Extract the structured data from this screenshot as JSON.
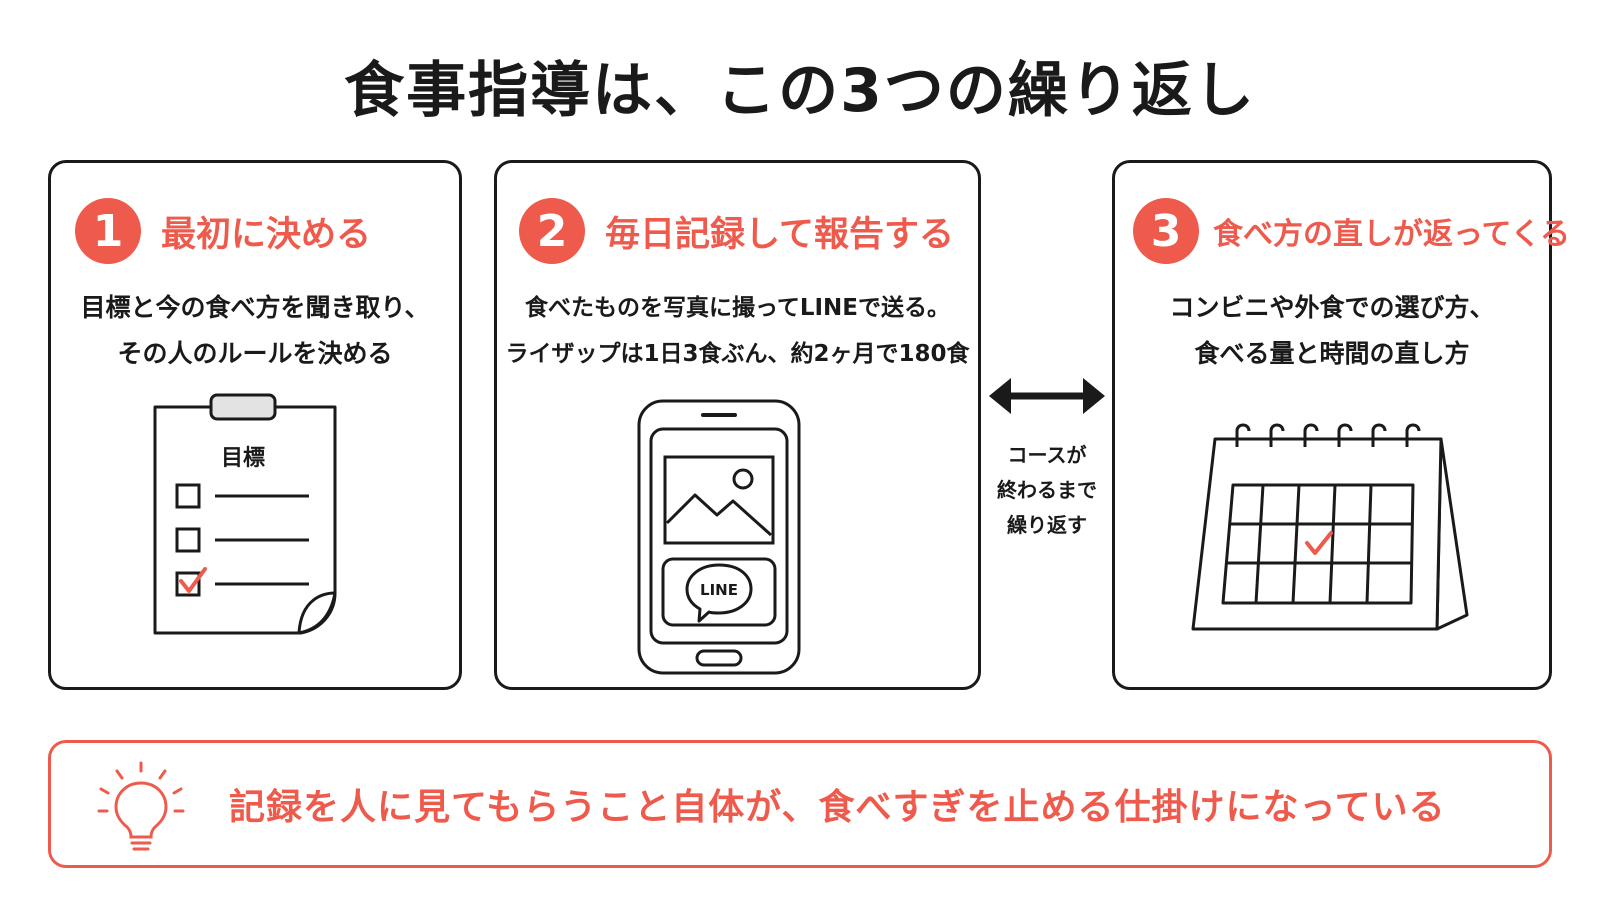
{
  "title": "食事指導は、この3つの繰り返し",
  "accent_color": "#ee5a4c",
  "steps": [
    {
      "number": "1",
      "title": "最初に決める",
      "lines": [
        "目標と今の食べ方を聞き取り、",
        "その人のルールを決める"
      ],
      "illustration": {
        "icon": "clipboard-checklist-icon",
        "label": "目標"
      }
    },
    {
      "number": "2",
      "title": "毎日記録して報告する",
      "lines": [
        "食べたものを写真に撮ってLINEで送る。",
        "ライザップは1日3食ぶん、約2ヶ月で180食"
      ],
      "illustration": {
        "icon": "smartphone-photo-line-icon",
        "label": "LINE"
      }
    },
    {
      "number": "3",
      "title": "食べ方の直しが返ってくる",
      "lines": [
        "コンビニや外食での選び方、",
        "食べる量と時間の直し方"
      ],
      "illustration": {
        "icon": "desk-calendar-icon"
      }
    }
  ],
  "connector": {
    "icon": "double-arrow-icon",
    "lines": [
      "コースが",
      "終わるまで",
      "繰り返す"
    ]
  },
  "banner": {
    "icon": "lightbulb-icon",
    "text": "記録を人に見てもらうこと自体が、食べすぎを止める仕掛けになっている"
  }
}
